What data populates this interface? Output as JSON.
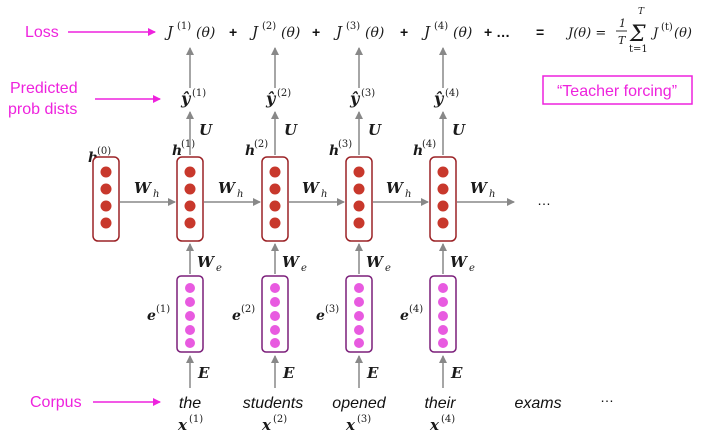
{
  "labels": {
    "loss": "Loss",
    "predicted_line1": "Predicted",
    "predicted_line2": "prob dists",
    "teacher_forcing": "“Teacher forcing”",
    "corpus": "Corpus"
  },
  "loss_row": {
    "terms": [
      "J",
      "J",
      "J",
      "J"
    ],
    "superscripts": [
      "(1)",
      "(2)",
      "(3)",
      "(4)"
    ],
    "theta": "(θ)",
    "plus": "+",
    "plus_dots": "+ …",
    "equals": "=",
    "formula_lhs": "J(θ) =",
    "formula_num": "1",
    "formula_den": "T",
    "formula_sum_top": "T",
    "formula_sum": "Σ",
    "formula_sum_bottom": "t=1",
    "formula_term": "J",
    "formula_term_sup": "(t)",
    "formula_term_arg": "(θ)"
  },
  "predictions": {
    "symbol": "ŷ",
    "superscripts": [
      "(1)",
      "(2)",
      "(3)",
      "(4)"
    ]
  },
  "weights": {
    "U": "U",
    "W_h": "W",
    "W_h_sub": "h",
    "W_e": "W",
    "W_e_sub": "e",
    "E": "E"
  },
  "hidden": {
    "symbol": "h",
    "superscripts": [
      "(0)",
      "(1)",
      "(2)",
      "(3)",
      "(4)"
    ]
  },
  "embeddings": {
    "symbol": "e",
    "superscripts": [
      "(1)",
      "(2)",
      "(3)",
      "(4)"
    ]
  },
  "corpus": {
    "words": [
      "the",
      "students",
      "opened",
      "their",
      "exams"
    ],
    "x_symbol": "x",
    "x_superscripts": [
      "(1)",
      "(2)",
      "(3)",
      "(4)"
    ],
    "trailing": "…"
  },
  "trailing_dots": "…",
  "colors": {
    "annotation": "#ee22dd",
    "hidden_box": "#9b2226",
    "hidden_dot": "#c8382c",
    "embed_box": "#7b1e7a",
    "embed_dot": "#e85ae0",
    "arrow": "#888888"
  }
}
